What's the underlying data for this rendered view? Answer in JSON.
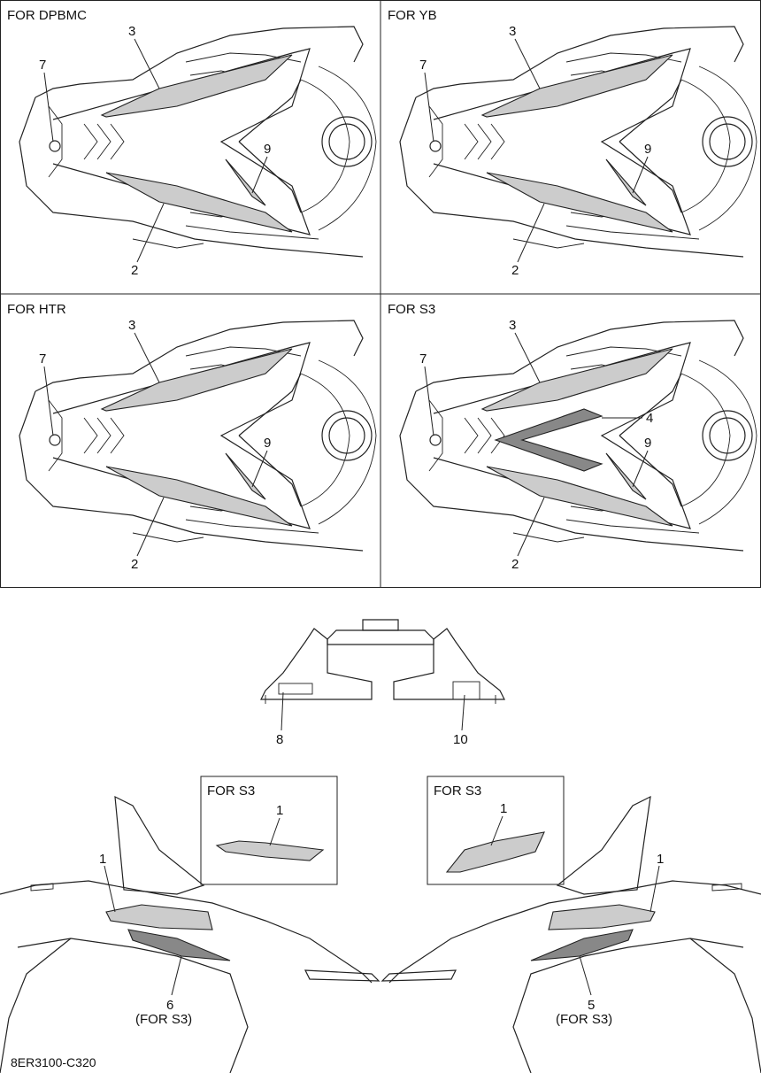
{
  "panels": [
    {
      "header": "FOR DPBMC",
      "callouts": {
        "top": "3",
        "left": "7",
        "right": "9",
        "bottom": "2"
      }
    },
    {
      "header": "FOR YB",
      "callouts": {
        "top": "3",
        "left": "7",
        "right": "9",
        "bottom": "2"
      }
    },
    {
      "header": "FOR HTR",
      "callouts": {
        "top": "3",
        "left": "7",
        "right": "9",
        "bottom": "2"
      }
    },
    {
      "header": "FOR S3",
      "callouts": {
        "top": "3",
        "left": "7",
        "right": "9",
        "bottom": "2",
        "extra": "4"
      }
    }
  ],
  "rear_view": {
    "left_callout": "8",
    "right_callout": "10"
  },
  "side_left": {
    "inset_header": "FOR S3",
    "inset_callout": "1",
    "part_callout": "1",
    "bottom_callout": "6",
    "bottom_note": "(FOR S3)"
  },
  "side_right": {
    "inset_header": "FOR S3",
    "inset_callout": "1",
    "part_callout": "1",
    "bottom_callout": "5",
    "bottom_note": "(FOR S3)"
  },
  "figure_code": "8ER3100-C320"
}
